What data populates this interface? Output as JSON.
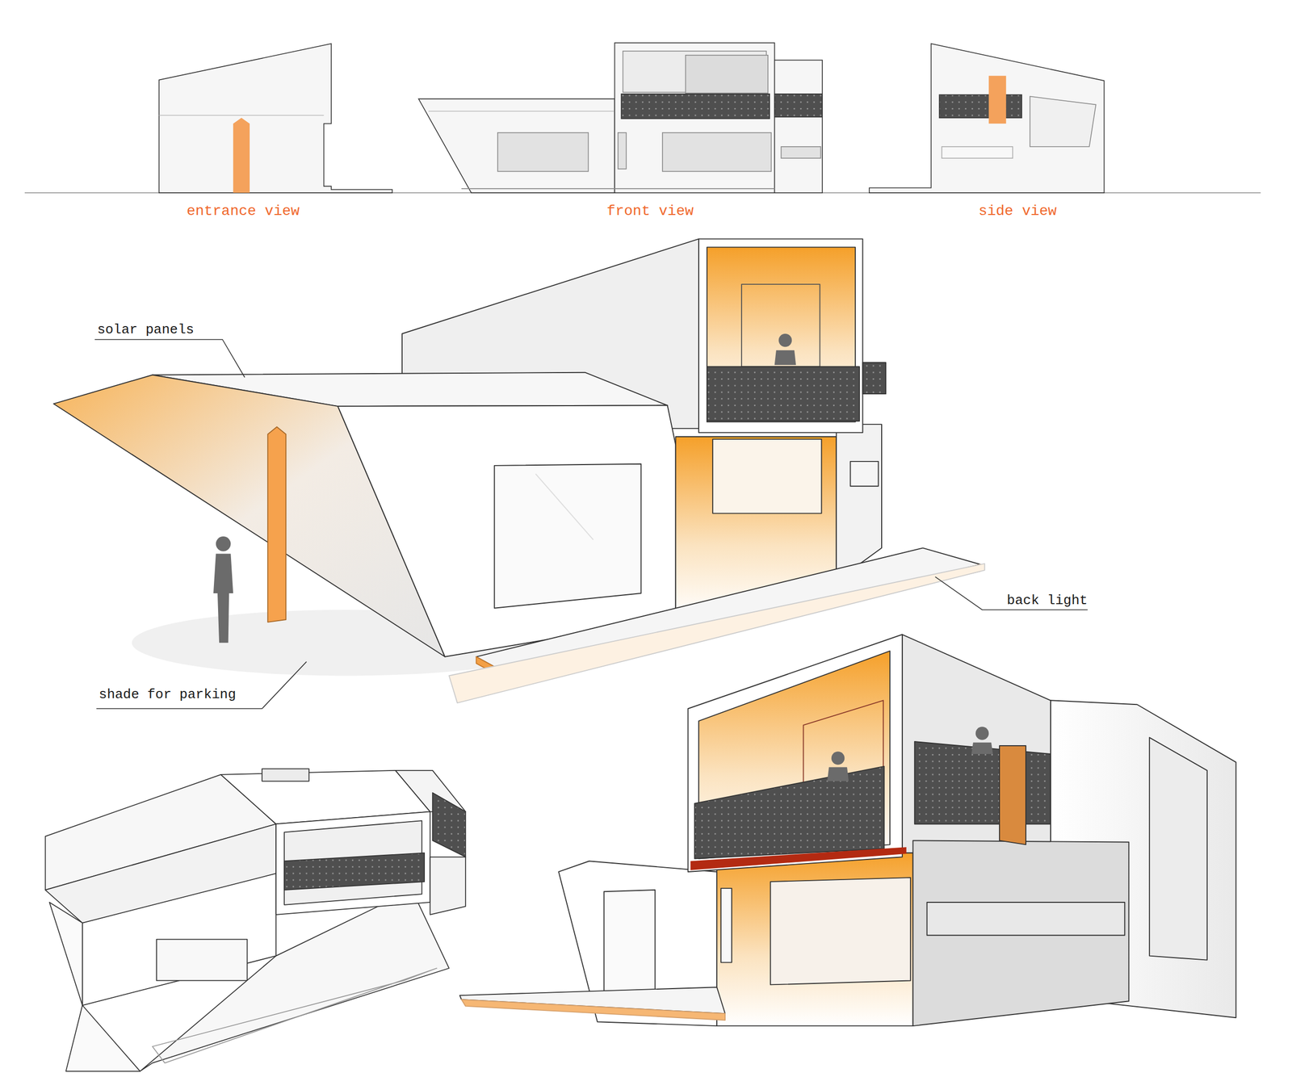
{
  "diagram": {
    "labels": [
      "entrance view",
      "front view",
      "side view",
      "solar panels",
      "back light",
      "shade for parking"
    ]
  }
}
